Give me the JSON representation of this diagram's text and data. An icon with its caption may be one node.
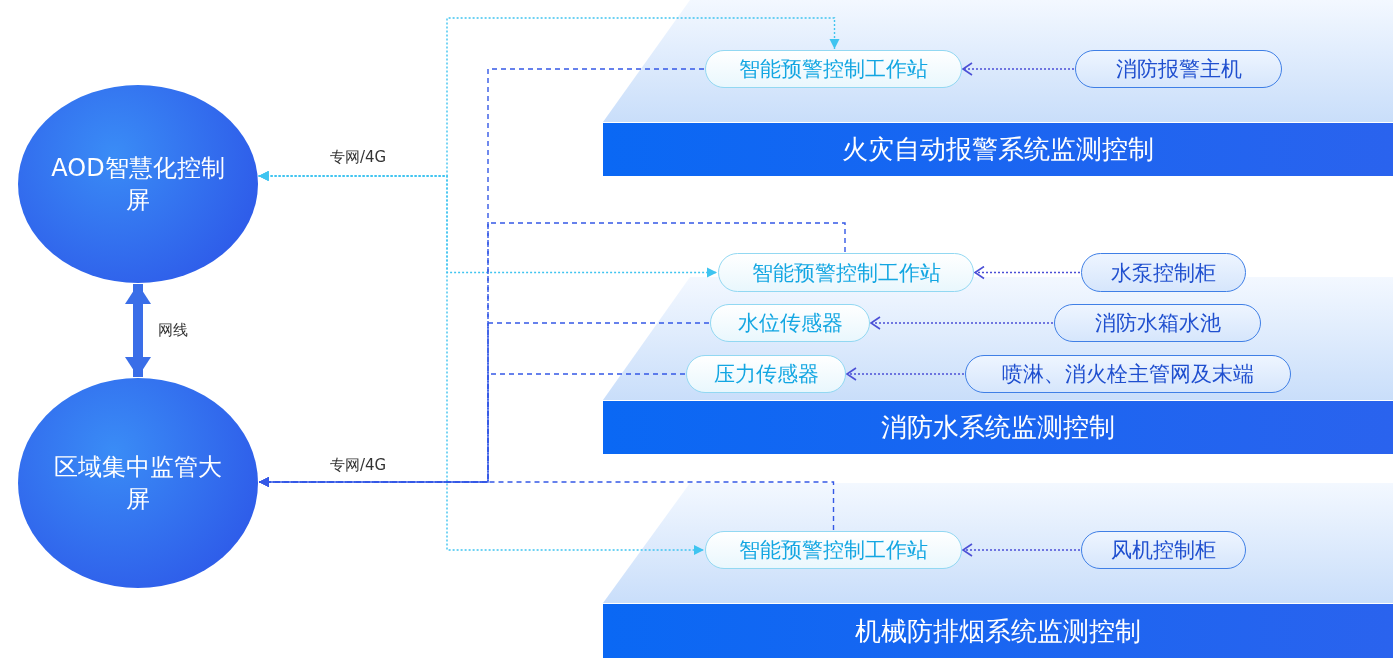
{
  "diagram": {
    "nodes": [
      {
        "text": [
          "AOD智慧化控制屏"
        ]
      },
      {
        "text": [
          "区域集中监管大屏"
        ]
      },
      {
        "text": [
          "智能预警控制工作站"
        ]
      },
      {
        "text": [
          "消防报警主机"
        ]
      },
      {
        "text": [
          "火灾自动报警系统监测控制"
        ]
      },
      {
        "text": [
          "智能预警控制工作站"
        ]
      },
      {
        "text": [
          "水泵控制柜"
        ]
      },
      {
        "text": [
          "水位传感器"
        ]
      },
      {
        "text": [
          "消防水箱水池"
        ]
      },
      {
        "text": [
          "压力传感器"
        ]
      },
      {
        "text": [
          "喷淋、消火栓主管网及末端"
        ]
      },
      {
        "text": [
          "消防水系统监测控制"
        ]
      },
      {
        "text": [
          "智能预警控制工作站"
        ]
      },
      {
        "text": [
          "风机控制柜"
        ]
      },
      {
        "text": [
          "机械防排烟系统监测控制"
        ]
      }
    ],
    "edges": [
      {
        "from": 3,
        "to": 2,
        "arrow": "to",
        "style": "dashed"
      },
      {
        "from": 6,
        "to": 5,
        "arrow": "to",
        "style": "dashed"
      },
      {
        "from": 8,
        "to": 7,
        "arrow": "to",
        "style": "dashed"
      },
      {
        "from": 10,
        "to": 9,
        "arrow": "to",
        "style": "dashed"
      },
      {
        "from": 13,
        "to": 12,
        "arrow": "to",
        "style": "dashed"
      },
      {
        "from": 0,
        "to": 2,
        "arrow": "both",
        "style": "dashed",
        "color": "#3fc4f0",
        "label": "专网/4G"
      },
      {
        "from": 0,
        "to": 5,
        "arrow": "both",
        "style": "dashed",
        "color": "#3fc4f0"
      },
      {
        "from": 0,
        "to": 12,
        "arrow": "both",
        "style": "dashed",
        "color": "#3fc4f0"
      },
      {
        "from": 2,
        "to": 1,
        "arrow": "to",
        "style": "dashed",
        "color": "#3458e6",
        "label": "专网/4G"
      },
      {
        "from": 5,
        "to": 1,
        "arrow": "to",
        "style": "dashed",
        "color": "#3458e6"
      },
      {
        "from": 7,
        "to": 1,
        "arrow": "to",
        "style": "dashed",
        "color": "#3458e6"
      },
      {
        "from": 9,
        "to": 1,
        "arrow": "to",
        "style": "dashed",
        "color": "#3458e6"
      },
      {
        "from": 12,
        "to": 1,
        "arrow": "to",
        "style": "dashed",
        "color": "#3458e6"
      },
      {
        "from": 0,
        "to": 1,
        "arrow": "both",
        "style": "thick",
        "color": "#3a6ee8",
        "label": "网线"
      }
    ]
  }
}
